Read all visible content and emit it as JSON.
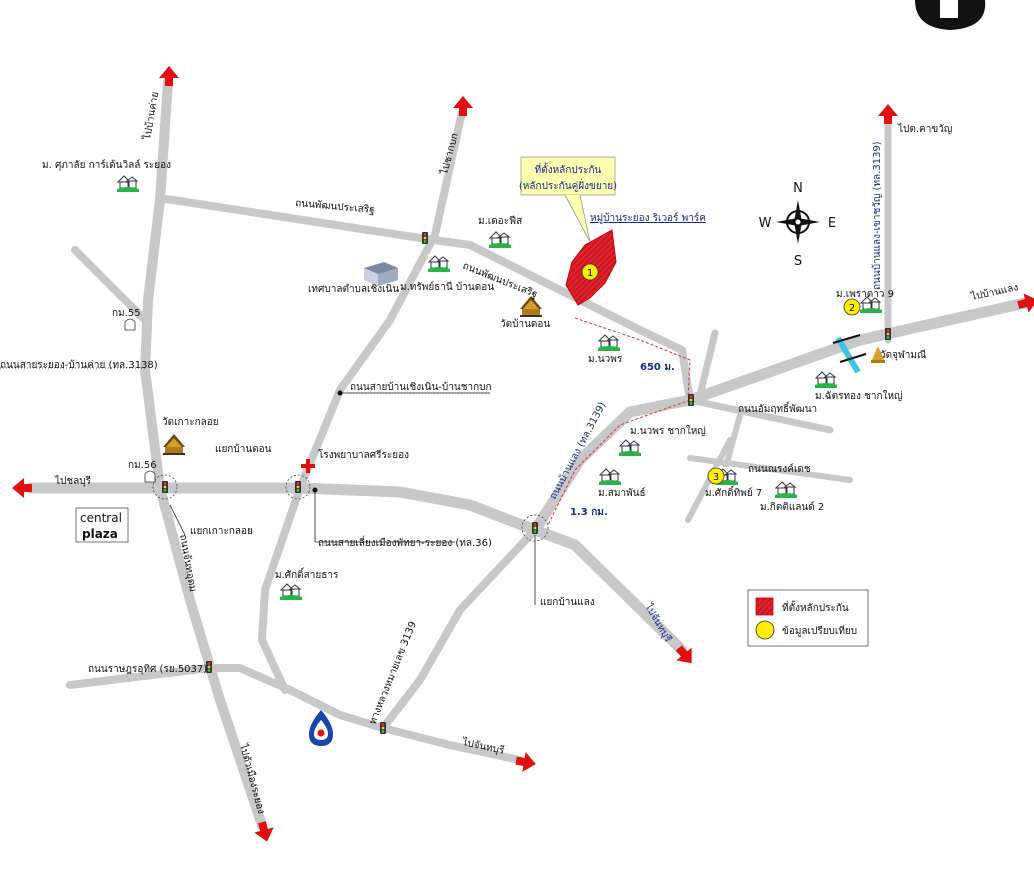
{
  "roads": {
    "phatthana_prasert_top": "ถนนพัฒนประเสริฐ",
    "phatthana_prasert_mid": "ถนนพัฒนประเสริฐ",
    "rayong_ban_khai": "ถนนสายระยอง-บ้านค่าย (ทล.3138)",
    "choeng_noen_chak_bok": "ถนนสายบ้านเชิงเนิน-บ้านชากบก",
    "pattaya_rayong": "ถนนสายเลี่ยงเมืองพัทยา-ระยอง (ทล.36)",
    "ratchadamnoen": "ถนนราษฎรอุทิศ (รย.5037)",
    "chanta_uthit": "ถนนจันทอุดม",
    "ban_laeng_3139": "ถนนบ้านแลง (ทล.3139)",
    "highway_3139": "ทางหลวงหมายเลข 3139",
    "amnuay_phatthana": "ถนนอัมฤทธิ์พัฒนา",
    "narong_det": "ถนนณรงค์เดช",
    "ban_laeng_khao_chawng": "ถนนบ้านแลง-เขาชวัญ (ทล.3139)"
  },
  "directions": {
    "to_ban_khai": "ไปบ้านค่าย",
    "to_chak_bok": "ไปชากบก",
    "to_khao_chawang": "ไปต.คาขวัญ",
    "to_ban_laeng": "ไปบ้านแลง",
    "to_chonburi": "ไปชลบุรี",
    "to_chanthaburi_1": "ไปจันทบุรี",
    "to_chanthaburi_2": "ไปจันทบุรี",
    "to_mueang_rayong": "ไปตัวเมืองระยอง"
  },
  "places": {
    "m_suphalai": "ม. ศุภาลัย การ์เด้นวิลล์ ระยอง",
    "m_the_fis": "ม.เดอะฟีส",
    "choeng_noen_municipality": "เทศบาลตำบลเชิงเนิน",
    "m_sap_thani": "ม.ทรัพย์ธานี บ้านดอน",
    "wat_ban_don": "วัดบ้านดอน",
    "m_nawaporn": "ม.นวพร",
    "m_phrao_dao": "ม.เพราดาว 9",
    "wat_chumphon": "วัดจุฬามณี",
    "m_chatthong": "ม.ฉัตรทอง ชากใหญ่",
    "m_nawaporn_chak_yai": "ม.นวพร ชากใหญ่",
    "m_samaphan": "ม.สมาพันธ์",
    "m_sakdithip": "ม.ศักดิ์ทิพย์ 7",
    "m_kittiland": "ม.กิตติแลนด์ 2",
    "wat_ko_kloi": "วัดเกาะกลอย",
    "km55": "กม.55",
    "km56": "กม.56",
    "yaek_ban_don": "แยกบ้านดอน",
    "hospital": "โรงพยาบาลศรีระยอง",
    "yaek_ko_kloi": "แยกเกาะกลอย",
    "m_sakdi_saithan": "ม.ศักดิ์สายธาร",
    "yaek_ban_laeng": "แยกบ้านแลง",
    "project_name": "หมู่บ้านระยอง ริเวอร์ พาร์ค"
  },
  "callout": {
    "title": "ที่ตั้งหลักประกัน",
    "subtitle": "(หลักประกันคู่ฝั่งขยาย)"
  },
  "distances": {
    "d650": "650 ม.",
    "d13": "1.3 กม."
  },
  "markers": {
    "m1": "1",
    "m2": "2",
    "m3": "3"
  },
  "compass": {
    "n": "N",
    "s": "S",
    "e": "E",
    "w": "W"
  },
  "logo": {
    "line1": "central",
    "line2": "plaza"
  },
  "legend": {
    "collateral": "ที่ตั้งหลักประกัน",
    "comparable": "ข้อมูลเปรียบเทียบ"
  },
  "colors": {
    "road": "#c8c8c8",
    "arrow": "#e01010",
    "collateral": "#e0202a",
    "comparable": "#ffee00",
    "callout_bg": "#ffffb0",
    "label_blue": "#1a2a8c"
  },
  "icons": [
    "house-icon",
    "temple-icon",
    "traffic-light-icon",
    "compass-icon",
    "hospital-cross-icon",
    "building-icon",
    "ptt-logo-icon"
  ]
}
